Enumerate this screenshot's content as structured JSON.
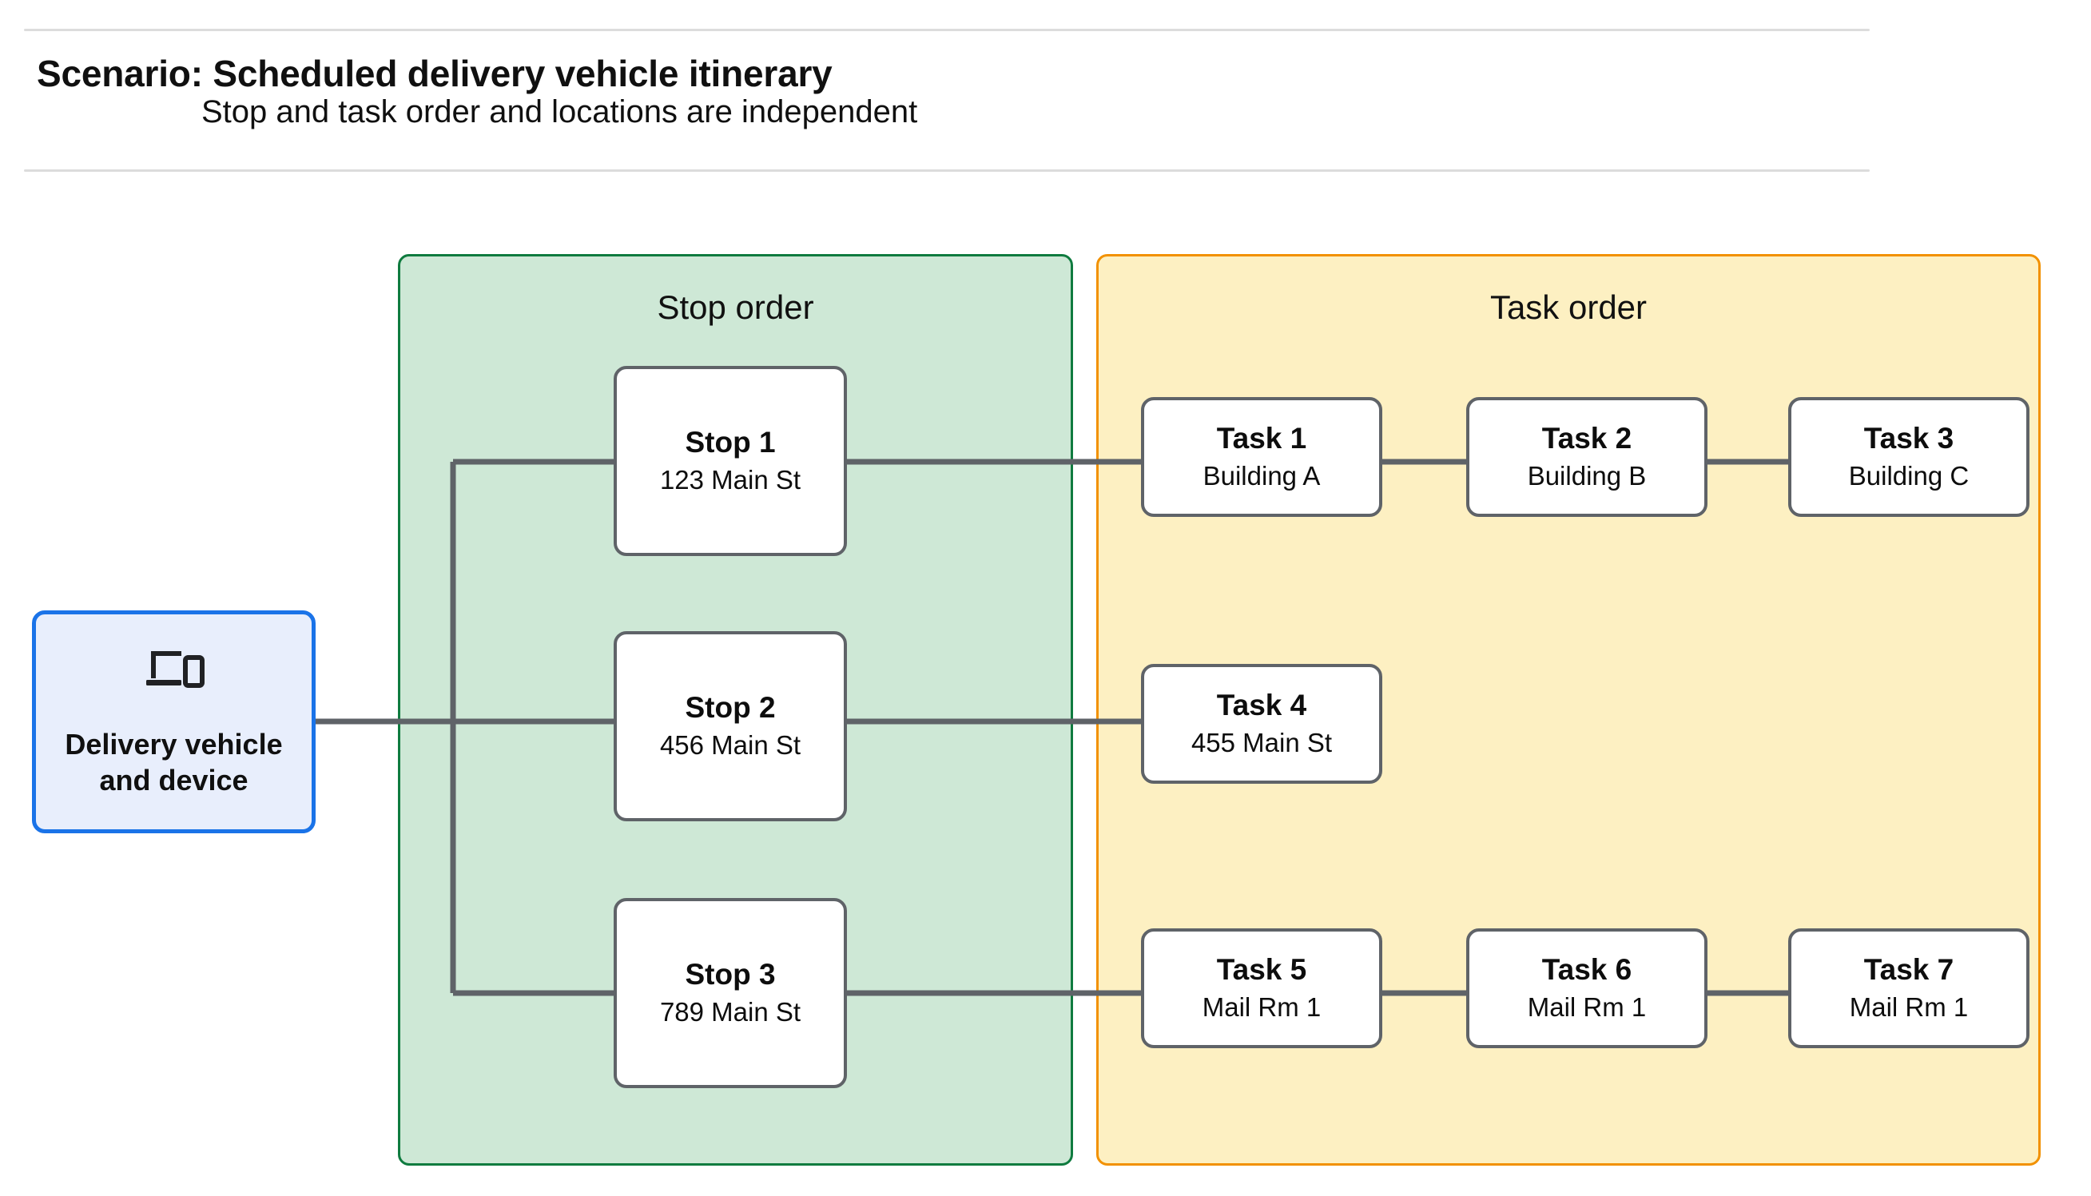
{
  "header": {
    "title": "Scenario: Scheduled delivery vehicle itinerary",
    "subtitle": "Stop and task order and locations are independent"
  },
  "vehicle": {
    "label": "Delivery vehicle\nand device",
    "icon": "laptop-phone-icon",
    "border_color": "#1A73E8",
    "fill_color": "#E8EEFC"
  },
  "panels": {
    "stop": {
      "title": "Stop order",
      "border_color": "#0F7B3F",
      "fill_color": "#CEE8D6"
    },
    "task": {
      "title": "Task order",
      "border_color": "#F29100",
      "fill_color": "#FDF0C2"
    }
  },
  "stops": [
    {
      "name": "Stop 1",
      "location": "123 Main St"
    },
    {
      "name": "Stop 2",
      "location": "456 Main St"
    },
    {
      "name": "Stop 3",
      "location": "789 Main St"
    }
  ],
  "task_rows": [
    {
      "tasks": [
        {
          "name": "Task 1",
          "location": "Building A"
        },
        {
          "name": "Task 2",
          "location": "Building B"
        },
        {
          "name": "Task 3",
          "location": "Building C"
        }
      ]
    },
    {
      "tasks": [
        {
          "name": "Task 4",
          "location": "455 Main St"
        }
      ]
    },
    {
      "tasks": [
        {
          "name": "Task 5",
          "location": "Mail Rm 1"
        },
        {
          "name": "Task 6",
          "location": "Mail Rm 1"
        },
        {
          "name": "Task 7",
          "location": "Mail Rm 1"
        }
      ]
    }
  ],
  "connector_color": "#5F6368"
}
